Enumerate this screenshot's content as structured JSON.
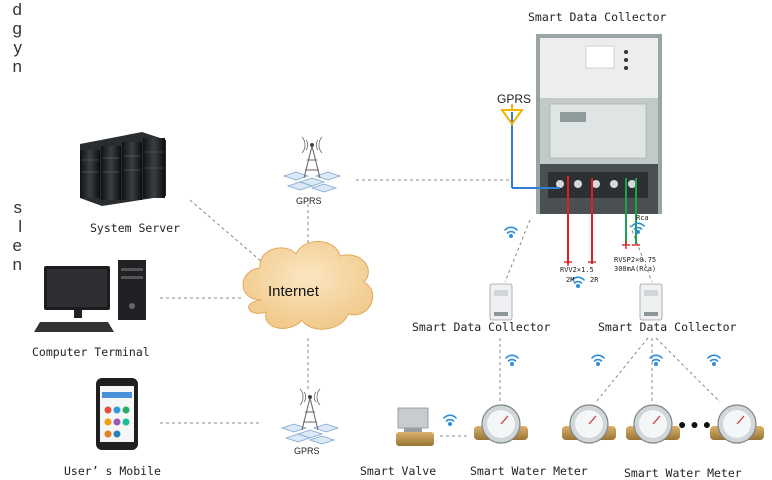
{
  "side_text_top": [
    "d",
    "g",
    "y",
    "n"
  ],
  "side_text_bottom": [
    "s",
    "l",
    "e",
    "n"
  ],
  "nodes": {
    "collector_main": "Smart Data Collector",
    "gprs_antenna": "GPRS",
    "system_server": "System Server",
    "computer_terminal": "Computer Terminal",
    "users_mobile": "User’ s Mobile",
    "gprs_top": "GPRS",
    "gprs_bottom": "GPRS",
    "internet": "Internet",
    "collector_left": "Smart Data Collector",
    "collector_right": "Smart Data Collector",
    "smart_valve": "Smart Valve",
    "water_meter_left": "Smart Water Meter",
    "water_meter_right": "Smart Water Meter"
  },
  "wiring": {
    "left_spec_1": "RVV2×1.5",
    "left_spec_2": "2M",
    "left_spec_3": "2R",
    "right_spec_1": "RVSP2×0.75",
    "right_spec_2": "300mA(Rca)",
    "right_top": "Rca"
  },
  "ellipsis": "● ● ●",
  "colors": {
    "line": "#888888",
    "wire_red": "#e02020",
    "wire_green": "#1aa34a",
    "wire_blue": "#2f7fd6",
    "wifi": "#2b8fd8",
    "cloud": "#f6d9a8",
    "antenna": "#f0b400"
  }
}
